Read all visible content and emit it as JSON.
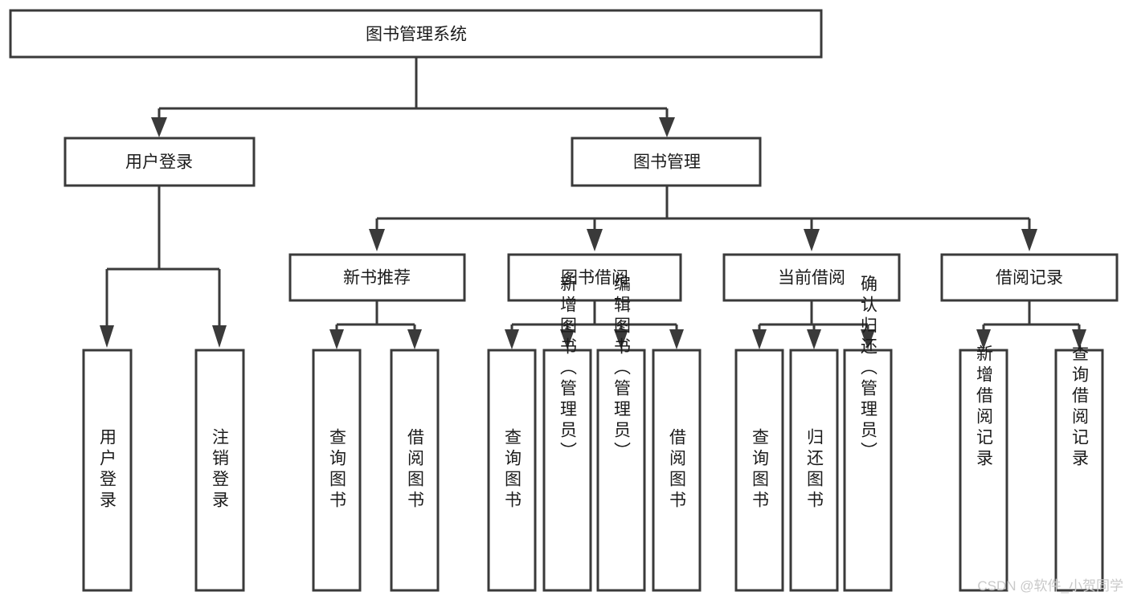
{
  "diagram": {
    "title": "图书管理系统",
    "type": "hierarchy-tree",
    "orientation": "top-down",
    "colors": {
      "stroke": "#3a3a3a",
      "fill": "#ffffff",
      "text": "#1b1b1b",
      "watermark": "#c9c9c9",
      "background": "#ffffff"
    },
    "levels": {
      "level_1": [
        "图书管理系统"
      ],
      "level_2": [
        "用户登录",
        "图书管理"
      ],
      "level_3": [
        "新书推荐",
        "图书借阅",
        "当前借阅",
        "借阅记录"
      ],
      "level_4": [
        "用户登录",
        "注销登录",
        "查询图书",
        "借阅图书",
        "查询图书",
        "新增图书（管理员）",
        "编辑图书（管理员）",
        "借阅图书",
        "查询图书",
        "归还图书",
        "确认归还（管理员）",
        "新增借阅记录",
        "查询借阅记录"
      ]
    },
    "edges": [
      {
        "from": "图书管理系统",
        "to": "用户登录"
      },
      {
        "from": "图书管理系统",
        "to": "图书管理"
      },
      {
        "from": "图书管理",
        "to": "新书推荐"
      },
      {
        "from": "图书管理",
        "to": "图书借阅"
      },
      {
        "from": "图书管理",
        "to": "当前借阅"
      },
      {
        "from": "图书管理",
        "to": "借阅记录"
      },
      {
        "from": "用户登录",
        "to": "用户登录"
      },
      {
        "from": "用户登录",
        "to": "注销登录"
      },
      {
        "from": "新书推荐",
        "to": "查询图书"
      },
      {
        "from": "新书推荐",
        "to": "借阅图书"
      },
      {
        "from": "图书借阅",
        "to": "查询图书"
      },
      {
        "from": "图书借阅",
        "to": "新增图书（管理员）"
      },
      {
        "from": "图书借阅",
        "to": "编辑图书（管理员）"
      },
      {
        "from": "图书借阅",
        "to": "借阅图书"
      },
      {
        "from": "当前借阅",
        "to": "查询图书"
      },
      {
        "from": "当前借阅",
        "to": "归还图书"
      },
      {
        "from": "当前借阅",
        "to": "确认归还（管理员）"
      },
      {
        "from": "借阅记录",
        "to": "新增借阅记录"
      },
      {
        "from": "借阅记录",
        "to": "查询借阅记录"
      }
    ]
  },
  "nodes": {
    "root": {
      "label": "图书管理系统"
    },
    "user_login": {
      "label": "用户登录"
    },
    "book_manage": {
      "label": "图书管理"
    },
    "new_book_rec": {
      "label": "新书推荐"
    },
    "book_borrow": {
      "label": "图书借阅"
    },
    "current_borrow": {
      "label": "当前借阅"
    },
    "borrow_record": {
      "label": "借阅记录"
    },
    "leaf_user_login": {
      "label": "用户登录"
    },
    "leaf_logout": {
      "label": "注销登录"
    },
    "leaf_query_book_a": {
      "label": "查询图书"
    },
    "leaf_borrow_book_a": {
      "label": "借阅图书"
    },
    "leaf_query_book_b": {
      "label": "查询图书"
    },
    "leaf_add_book": {
      "label": "新增图书（管理员）"
    },
    "leaf_edit_book": {
      "label": "编辑图书（管理员）"
    },
    "leaf_borrow_book_b": {
      "label": "借阅图书"
    },
    "leaf_query_book_c": {
      "label": "查询图书"
    },
    "leaf_return_book": {
      "label": "归还图书"
    },
    "leaf_confirm_return": {
      "label": "确认归还（管理员）"
    },
    "leaf_add_record": {
      "label": "新增借阅记录"
    },
    "leaf_query_record": {
      "label": "查询借阅记录"
    }
  },
  "watermark": {
    "text": "CSDN @软件_小贺同学"
  }
}
